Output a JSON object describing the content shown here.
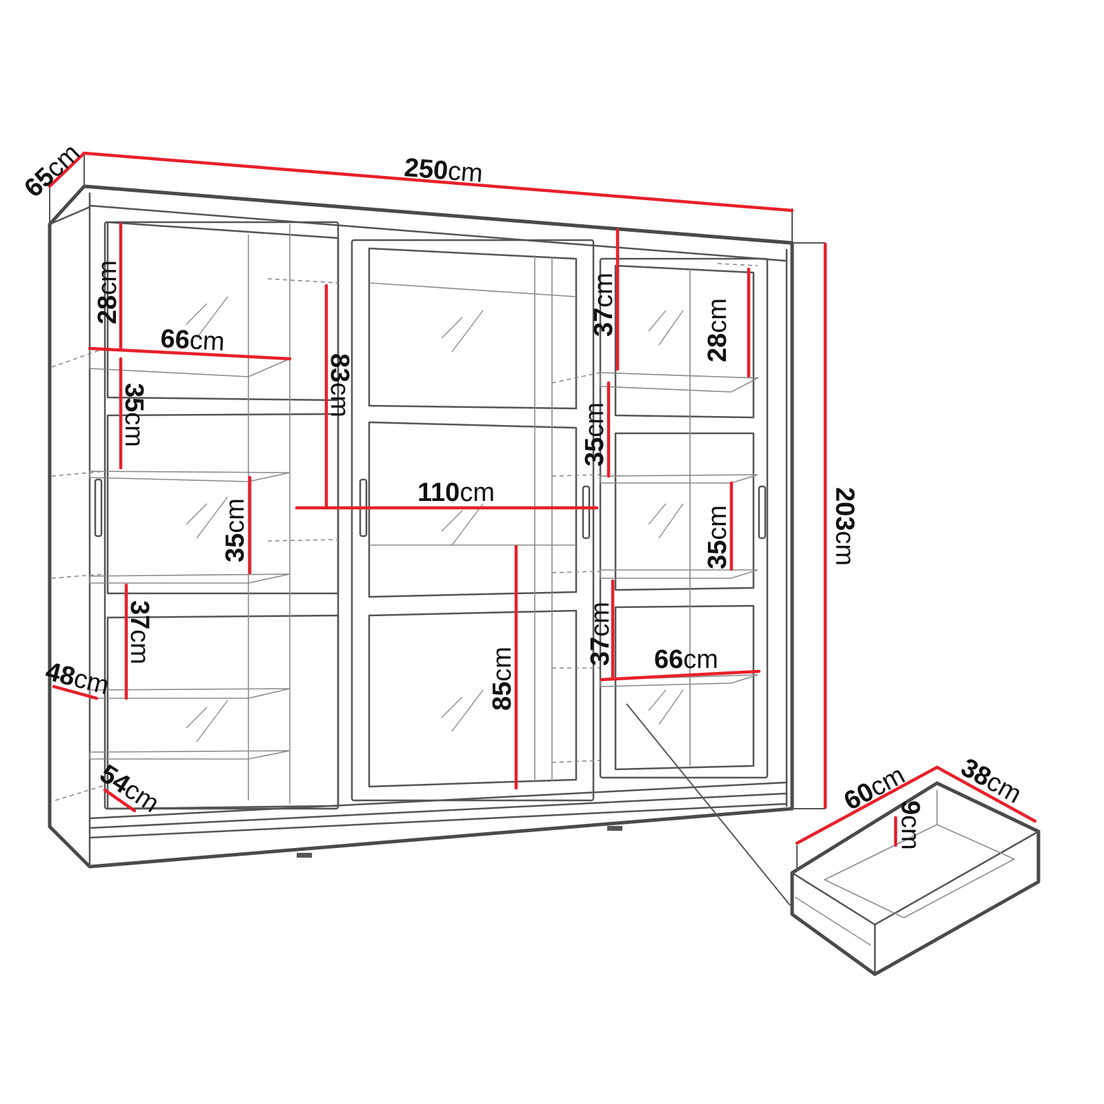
{
  "product": {
    "type": "sliding-door wardrobe dimension drawing",
    "colors": {
      "outline": "#4a4a4a",
      "dimension_line": "#e8202a",
      "text": "#111111"
    }
  },
  "dimensions": {
    "width": {
      "value": "250",
      "unit": "cm"
    },
    "depth": {
      "value": "65",
      "unit": "cm"
    },
    "height": {
      "value": "203",
      "unit": "cm"
    },
    "left_top_section": {
      "value": "28",
      "unit": "cm"
    },
    "left_shelf_width": {
      "value": "66",
      "unit": "cm"
    },
    "left_section_2": {
      "value": "35",
      "unit": "cm"
    },
    "left_section_3": {
      "value": "35",
      "unit": "cm"
    },
    "left_section_4": {
      "value": "37",
      "unit": "cm"
    },
    "left_side_depth": {
      "value": "48",
      "unit": "cm"
    },
    "left_bottom_depth": {
      "value": "54",
      "unit": "cm"
    },
    "middle_upper": {
      "value": "83",
      "unit": "cm"
    },
    "middle_rail_width": {
      "value": "110",
      "unit": "cm"
    },
    "middle_lower": {
      "value": "85",
      "unit": "cm"
    },
    "right_top_37": {
      "value": "37",
      "unit": "cm"
    },
    "right_section_35": {
      "value": "35",
      "unit": "cm"
    },
    "right_lower_37": {
      "value": "37",
      "unit": "cm"
    },
    "right_top_28": {
      "value": "28",
      "unit": "cm"
    },
    "right_mid_35": {
      "value": "35",
      "unit": "cm"
    },
    "right_shelf_width": {
      "value": "66",
      "unit": "cm"
    },
    "drawer_width": {
      "value": "60",
      "unit": "cm"
    },
    "drawer_depth": {
      "value": "38",
      "unit": "cm"
    },
    "drawer_height": {
      "value": "9",
      "unit": "cm"
    }
  }
}
